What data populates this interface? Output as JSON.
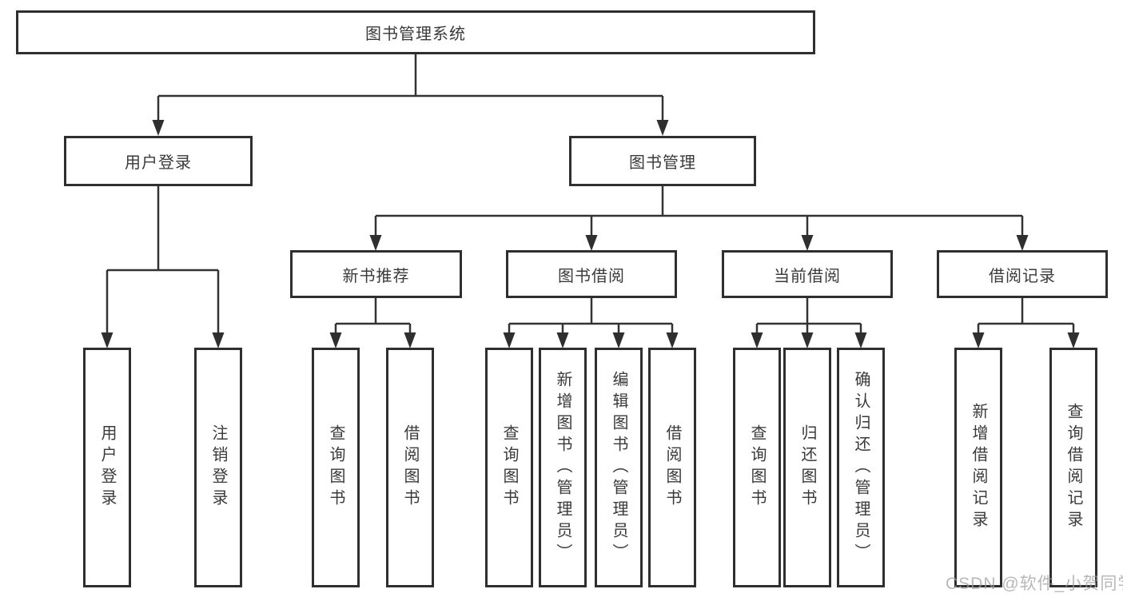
{
  "diagram": {
    "root": {
      "label": "图书管理系统"
    },
    "level2": [
      {
        "label": "用户登录"
      },
      {
        "label": "图书管理"
      }
    ],
    "level3": [
      {
        "label": "新书推荐"
      },
      {
        "label": "图书借阅"
      },
      {
        "label": "当前借阅"
      },
      {
        "label": "借阅记录"
      }
    ],
    "leaves": {
      "user_login": [
        "用户登录",
        "注销登录"
      ],
      "new_book": [
        "查询图书",
        "借阅图书"
      ],
      "book_borrow": [
        "查询图书",
        "新增图书（管理员）",
        "编辑图书（管理员）",
        "借阅图书"
      ],
      "current_borrow": [
        "查询图书",
        "归还图书",
        "确认归还（管理员）"
      ],
      "borrow_record": [
        "新增借阅记录",
        "查询借阅记录"
      ]
    }
  },
  "watermark": {
    "text": "CSDN @软件_小贺同学"
  },
  "colors": {
    "background": "#ffffff",
    "box_border": "#2f2f2f",
    "box_fill": "#ffffff",
    "text": "#3a3a3a",
    "line": "#333333",
    "watermark_text": "#a0a0a0"
  }
}
